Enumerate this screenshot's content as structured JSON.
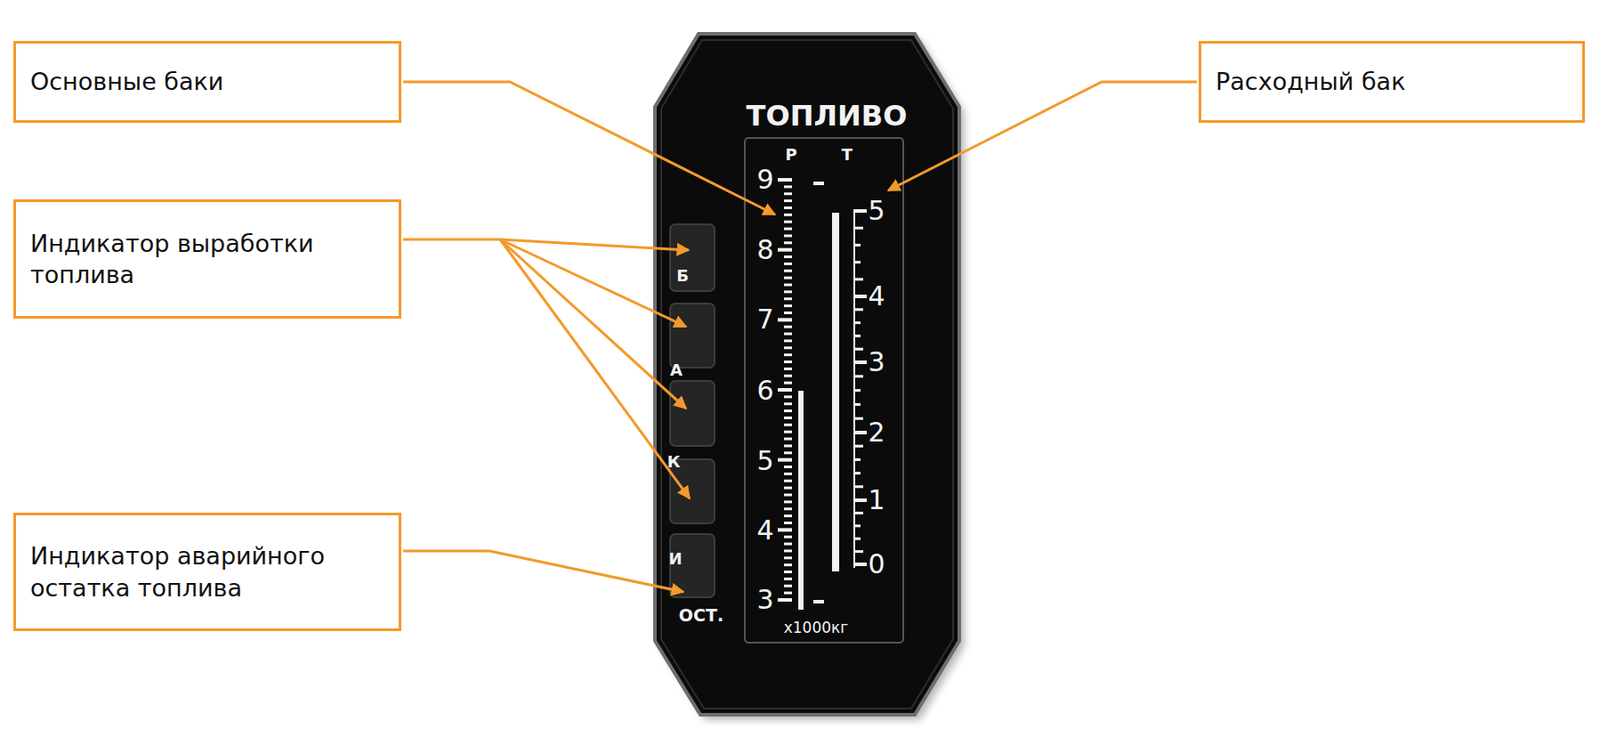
{
  "diagram": {
    "nodes": [
      {
        "text": [
          "Основные баки"
        ]
      },
      {
        "text": [
          "Расходный бак"
        ]
      },
      {
        "text": [
          "Индикатор выработки топлива"
        ]
      },
      {
        "text": [
          "Индикатор аварийного остатка топлива"
        ]
      }
    ],
    "labels": [
      "ТОПЛИВО",
      "Р",
      "Т",
      "9",
      "8",
      "7",
      "6",
      "5",
      "4",
      "3",
      "5",
      "4",
      "3",
      "2",
      "1",
      "0",
      "Б",
      "А",
      "К",
      "И",
      "ОСТ.",
      "x1000кг"
    ]
  }
}
